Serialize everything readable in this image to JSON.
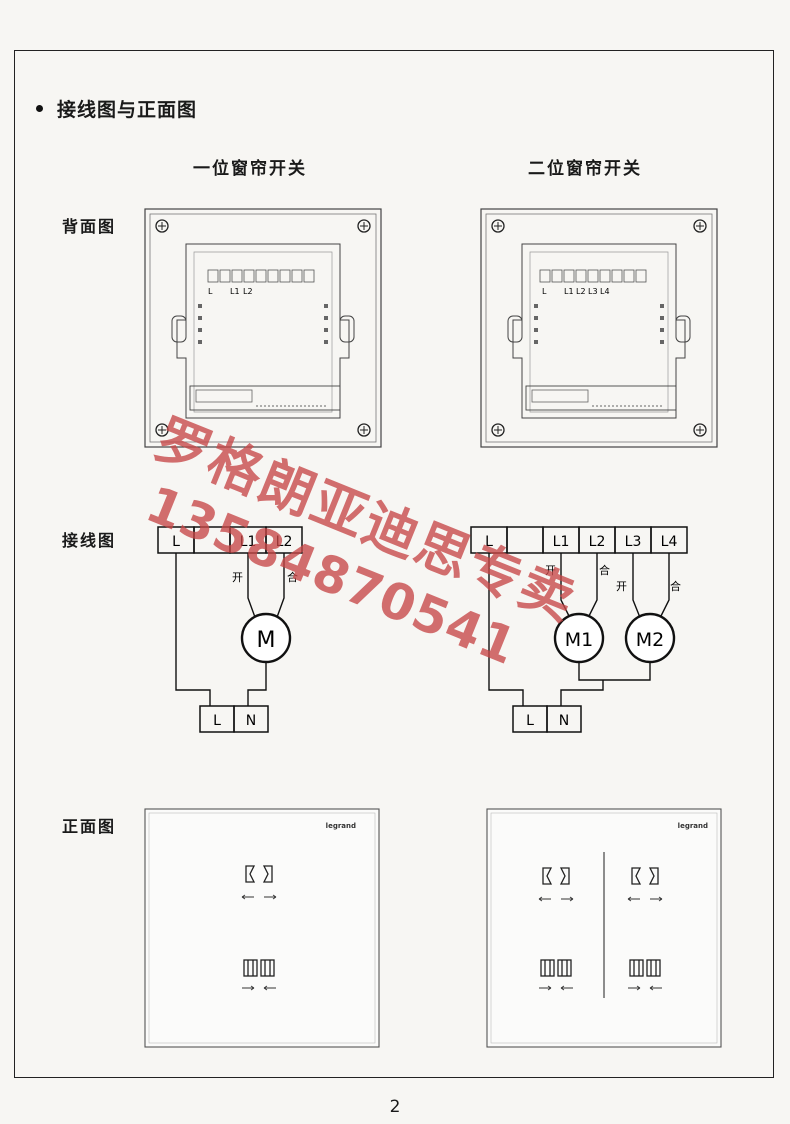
{
  "heading": "接线图与正面图",
  "columns": {
    "single": "一位窗帘开关",
    "double": "二位窗帘开关"
  },
  "row_labels": {
    "back": "背面图",
    "wiring": "接线图",
    "front": "正面图"
  },
  "back_single_terminals": [
    "L",
    "L1",
    "L2"
  ],
  "back_double_terminals": [
    "L",
    "L1",
    "L2",
    "L3",
    "L4"
  ],
  "wiring_single": {
    "terminals": [
      "L",
      "",
      "L1",
      "L2"
    ],
    "open": "开",
    "close": "合",
    "motor": "M",
    "supply": [
      "L",
      "N"
    ]
  },
  "wiring_double": {
    "terminals": [
      "L",
      "",
      "L1",
      "L2",
      "L3",
      "L4"
    ],
    "open": "开",
    "close": "合",
    "motors": [
      "M1",
      "M2"
    ],
    "supply": [
      "L",
      "N"
    ]
  },
  "brand": "legrand",
  "page_number": "2",
  "watermark": {
    "line1": "罗格朗亚迪思专卖",
    "line2": "13584870541"
  }
}
